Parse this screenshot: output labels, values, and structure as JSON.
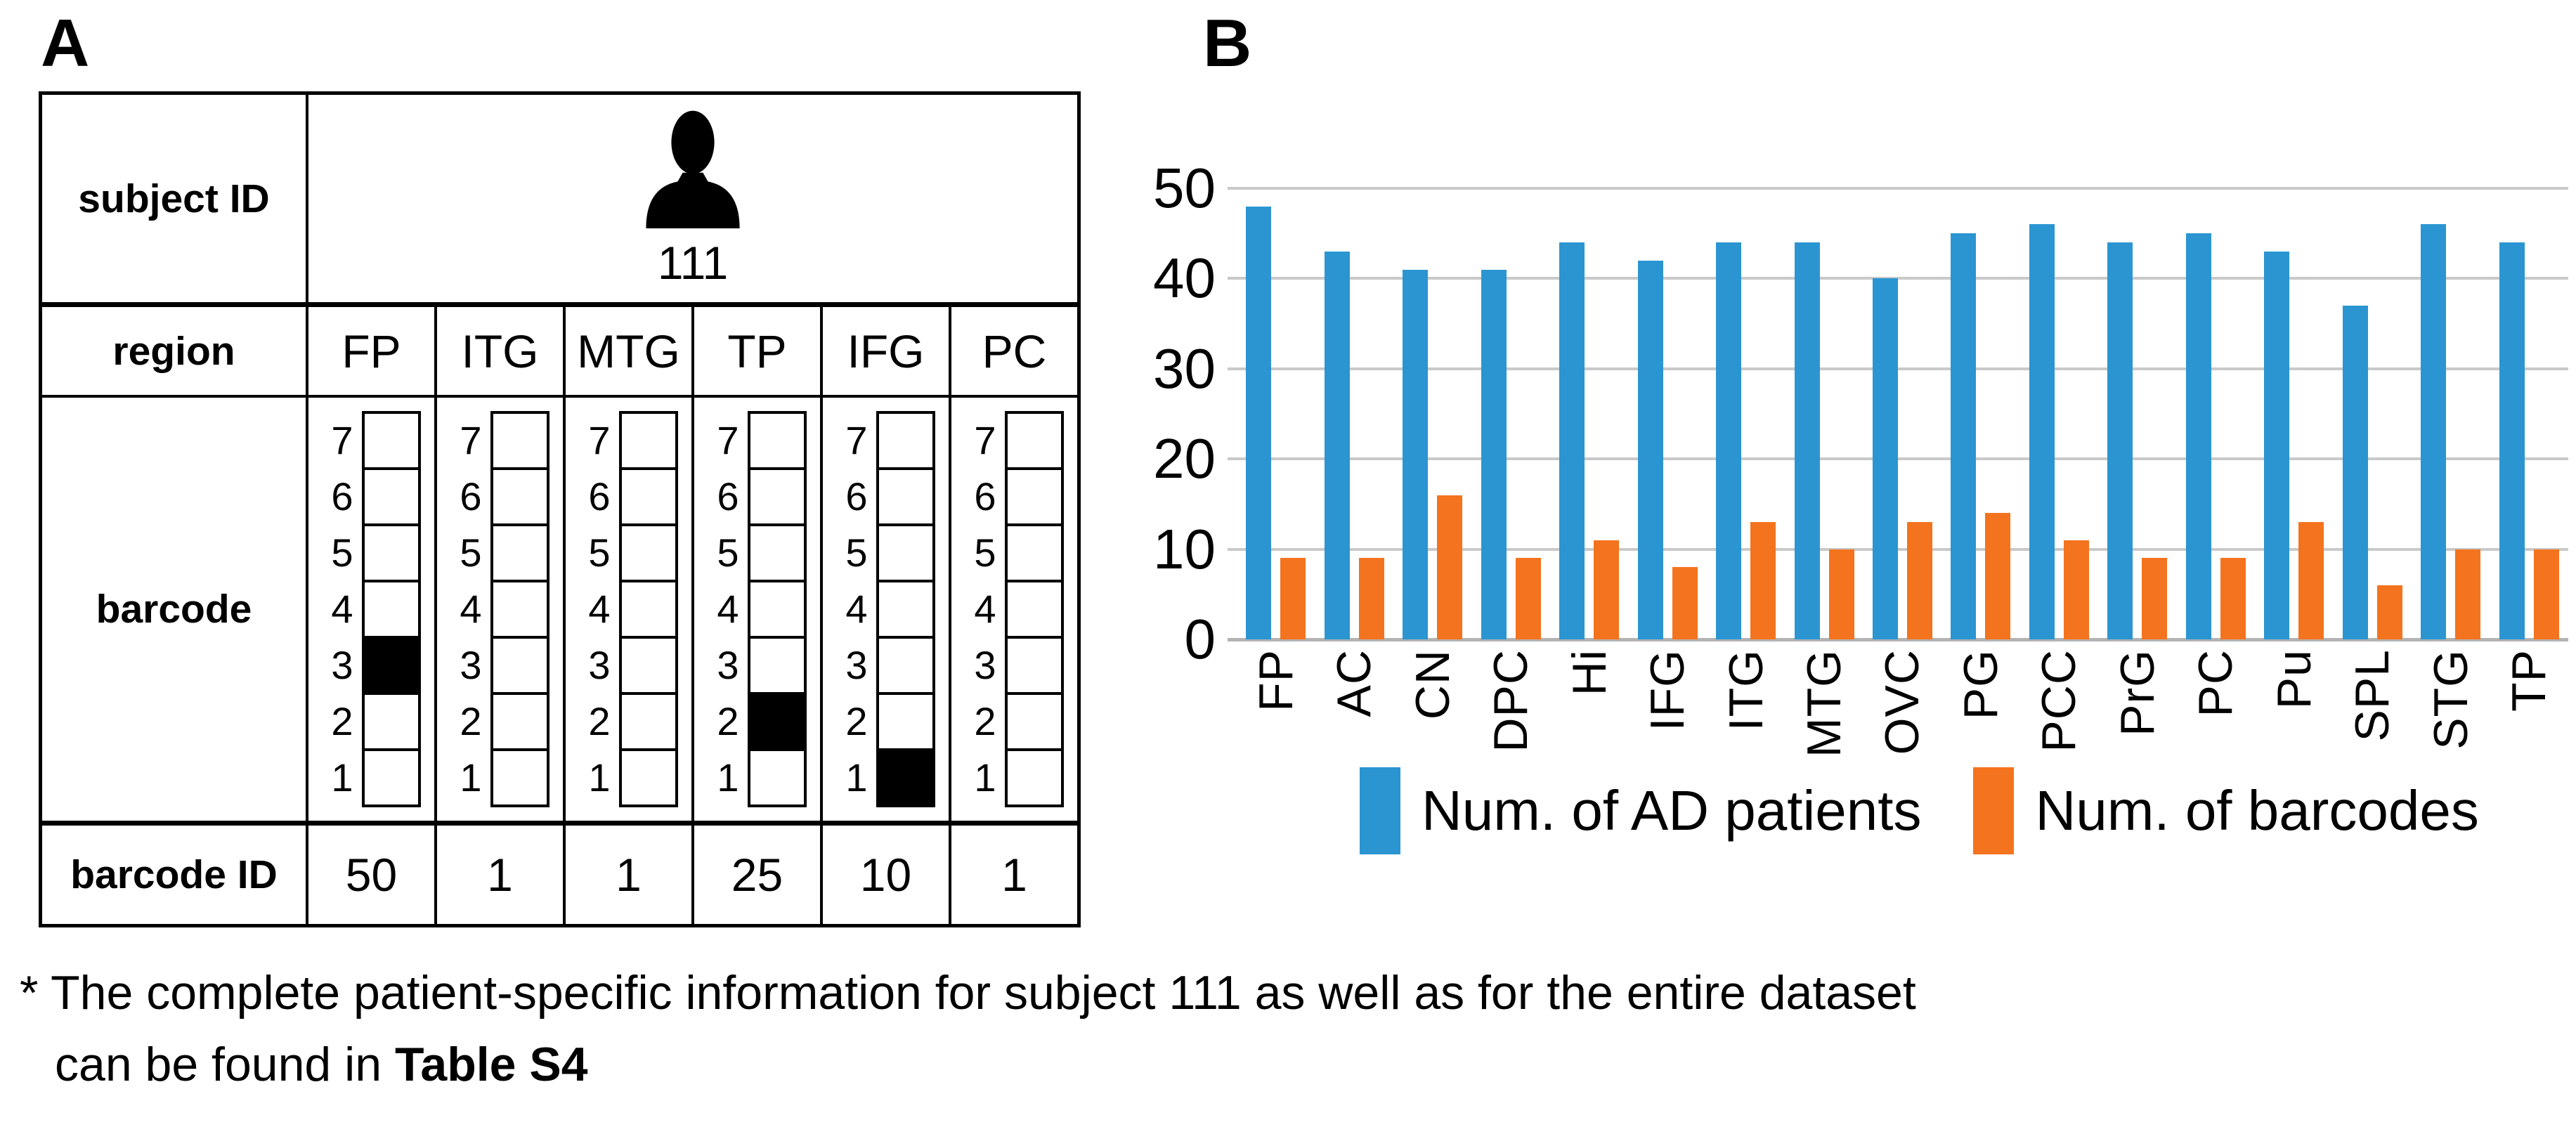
{
  "panel_a": {
    "label": "A",
    "table": {
      "row_headers": [
        "subject ID",
        "region",
        "barcode",
        "barcode ID"
      ],
      "subject_id": "111",
      "subject_icon": "person-icon",
      "regions": [
        "FP",
        "ITG",
        "MTG",
        "TP",
        "IFG",
        "PC"
      ],
      "barcode_scale_rows": [
        7,
        6,
        5,
        4,
        3,
        2,
        1
      ],
      "barcode_filled_rows": {
        "FP": [
          3
        ],
        "ITG": [],
        "MTG": [],
        "TP": [
          2
        ],
        "IFG": [
          1
        ],
        "PC": []
      },
      "barcode_ids": [
        "50",
        "1",
        "1",
        "25",
        "10",
        "1"
      ]
    }
  },
  "panel_b": {
    "label": "B"
  },
  "chart_data": {
    "type": "bar",
    "categories": [
      "FP",
      "AC",
      "CN",
      "DPC",
      "Hi",
      "IFG",
      "ITG",
      "MTG",
      "OVC",
      "PG",
      "PCC",
      "PrG",
      "PC",
      "Pu",
      "SPL",
      "STG",
      "TP"
    ],
    "series": [
      {
        "name": "Num. of AD patients",
        "color": "#2B95D2",
        "values": [
          48,
          43,
          41,
          41,
          44,
          42,
          44,
          44,
          40,
          45,
          46,
          44,
          45,
          43,
          37,
          46,
          44
        ]
      },
      {
        "name": "Num. of barcodes",
        "color": "#F4731E",
        "values": [
          9,
          9,
          16,
          9,
          11,
          8,
          13,
          10,
          13,
          14,
          11,
          9,
          9,
          13,
          6,
          10,
          10
        ]
      }
    ],
    "title": "",
    "xlabel": "",
    "ylabel": "",
    "ylim": [
      0,
      50
    ],
    "yticks": [
      0,
      10,
      20,
      30,
      40,
      50
    ],
    "grid": true,
    "legend_position": "bottom",
    "x_tick_rotation": -90
  },
  "footnote": {
    "line1": "* The complete patient-specific information for subject 111 as well as for the entire dataset",
    "line2_prefix": "can be found in ",
    "line2_bold": "Table S4"
  },
  "colors": {
    "grid_line": "#C9C9C9",
    "axis_line": "#B3B3B3",
    "table_border": "#000000"
  }
}
